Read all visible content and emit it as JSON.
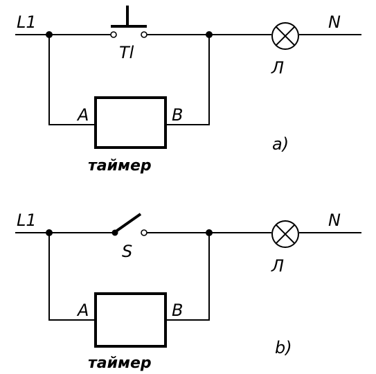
{
  "circuit_a": {
    "line_label": "L1",
    "neutral_label": "N",
    "switch_label": "Tl",
    "lamp_label": "Л",
    "timer_label": "таймер",
    "terminal_a": "A",
    "terminal_b": "B",
    "caption": "a)"
  },
  "circuit_b": {
    "line_label": "L1",
    "neutral_label": "N",
    "switch_label": "S",
    "lamp_label": "Л",
    "timer_label": "таймер",
    "terminal_a": "A",
    "terminal_b": "B",
    "caption": "b)"
  },
  "icons": [
    "pushbutton-switch-icon",
    "toggle-switch-icon",
    "lamp-icon",
    "timer-box-icon"
  ]
}
